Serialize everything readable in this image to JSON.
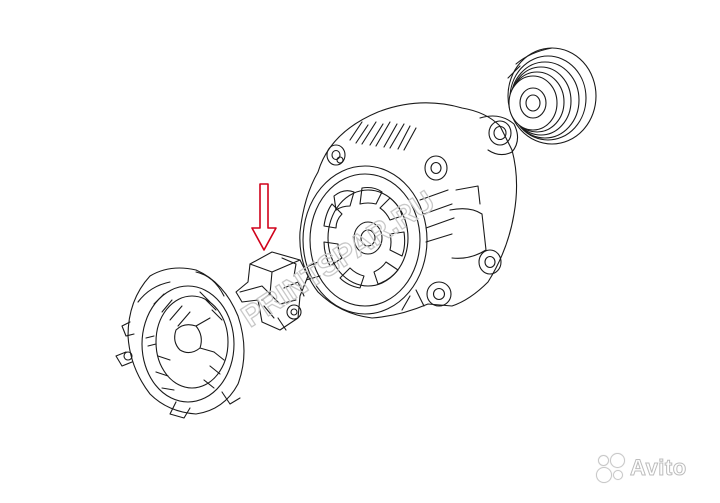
{
  "diagram": {
    "highlight_color": "#d0021b",
    "line_color": "#1a1a1a",
    "parts": [
      "rear-cover",
      "voltage-regulator-brush-holder",
      "alternator-body",
      "pulley"
    ]
  },
  "watermark": {
    "text": "PRINTSPAR.RU",
    "color": "#c8c8c8"
  },
  "logo": {
    "brand": "Avito",
    "icon": "avito-dots-icon"
  }
}
